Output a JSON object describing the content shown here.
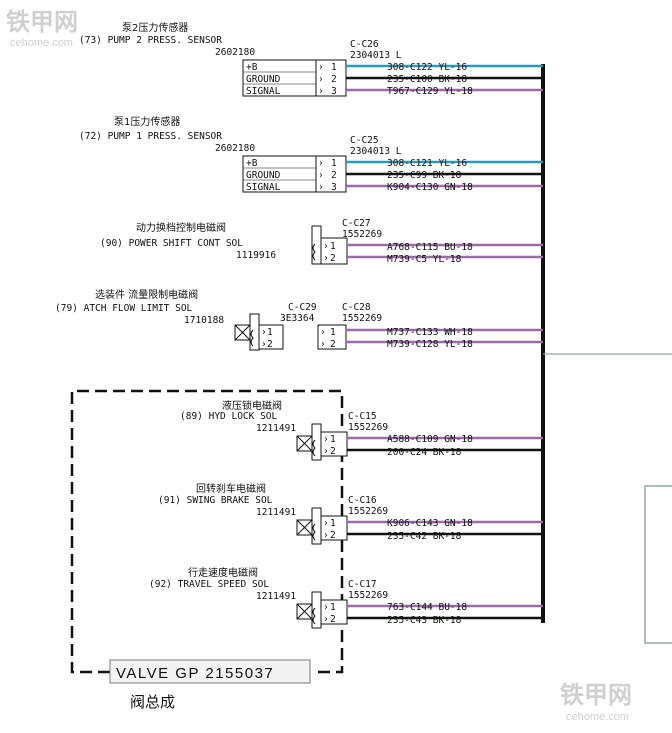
{
  "watermark": {
    "brand": "铁甲网",
    "site": "cehome.com"
  },
  "colors": {
    "blue": "#2a9bb5",
    "black": "#111111",
    "purple": "#9b6ba6",
    "box_border": "#9aa3a8"
  },
  "components": [
    {
      "title_cn": "泵2压力传感器",
      "title_en": "(73) PUMP 2 PRESS. SENSOR",
      "part_no": "2602180",
      "conn_id": "C-C26",
      "conn_part": "2304013 L",
      "pins": [
        "+B",
        "GROUND",
        "SIGNAL"
      ],
      "wires": [
        {
          "pin": "1",
          "label": "308-C122 YL-16",
          "color": "blue"
        },
        {
          "pin": "2",
          "label": "235-C100 BK-18",
          "color": "black"
        },
        {
          "pin": "3",
          "label": "T967-C129 YL-18",
          "color": "purple"
        }
      ]
    },
    {
      "title_cn": "泵1压力传感器",
      "title_en": "(72) PUMP 1 PRESS. SENSOR",
      "part_no": "2602180",
      "conn_id": "C-C25",
      "conn_part": "2304013 L",
      "pins": [
        "+B",
        "GROUND",
        "SIGNAL"
      ],
      "wires": [
        {
          "pin": "1",
          "label": "308-C121 YL-16",
          "color": "blue"
        },
        {
          "pin": "2",
          "label": "235-C99 BK-18",
          "color": "black"
        },
        {
          "pin": "3",
          "label": "K904-C130 GN-18",
          "color": "purple"
        }
      ]
    },
    {
      "title_cn": "动力换档控制电磁阀",
      "title_en": "(90) POWER SHIFT CONT SOL",
      "part_no": "1119916",
      "conn_id": "C-C27",
      "conn_part": "1552269",
      "wires": [
        {
          "pin": "1",
          "label": "A768-C115 BU-18",
          "color": "purple"
        },
        {
          "pin": "2",
          "label": "M739-C5 YL-18",
          "color": "purple"
        }
      ]
    },
    {
      "title_cn": "选装件 流量限制电磁阀",
      "title_en": "(79) ATCH FLOW LIMIT SOL",
      "part_no": "1710188",
      "conn_id": "C-C28",
      "conn_part": "1552269",
      "inline_conn_id": "C-C29",
      "inline_conn_part": "3E3364",
      "wires": [
        {
          "pin": "1",
          "label": "M737-C133 WH-18",
          "color": "purple"
        },
        {
          "pin": "2",
          "label": "M739-C128 YL-18",
          "color": "purple"
        }
      ]
    },
    {
      "title_cn": "液压锁电磁阀",
      "title_en": "(89) HYD LOCK SOL",
      "part_no": "1211491",
      "conn_id": "C-C15",
      "conn_part": "1552269",
      "wires": [
        {
          "pin": "1",
          "label": "A588-C109 GN-18",
          "color": "purple"
        },
        {
          "pin": "2",
          "label": "200-C24 BK-18",
          "color": "black"
        }
      ]
    },
    {
      "title_cn": "回转刹车电磁阀",
      "title_en": "(91) SWING BRAKE SOL",
      "part_no": "1211491",
      "conn_id": "C-C16",
      "conn_part": "1552269",
      "wires": [
        {
          "pin": "1",
          "label": "K906-C143 GN-18",
          "color": "purple"
        },
        {
          "pin": "2",
          "label": "235-C42 BK-18",
          "color": "black"
        }
      ]
    },
    {
      "title_cn": "行走速度电磁阀",
      "title_en": "(92) TRAVEL SPEED SOL",
      "part_no": "1211491",
      "conn_id": "C-C17",
      "conn_part": "1552269",
      "wires": [
        {
          "pin": "1",
          "label": "763-C144 BU-18",
          "color": "purple"
        },
        {
          "pin": "2",
          "label": "235-C43 BK-18",
          "color": "black"
        }
      ]
    }
  ],
  "valve_group": {
    "label": "VALVE GP 2155037",
    "label_cn": "阀总成"
  }
}
